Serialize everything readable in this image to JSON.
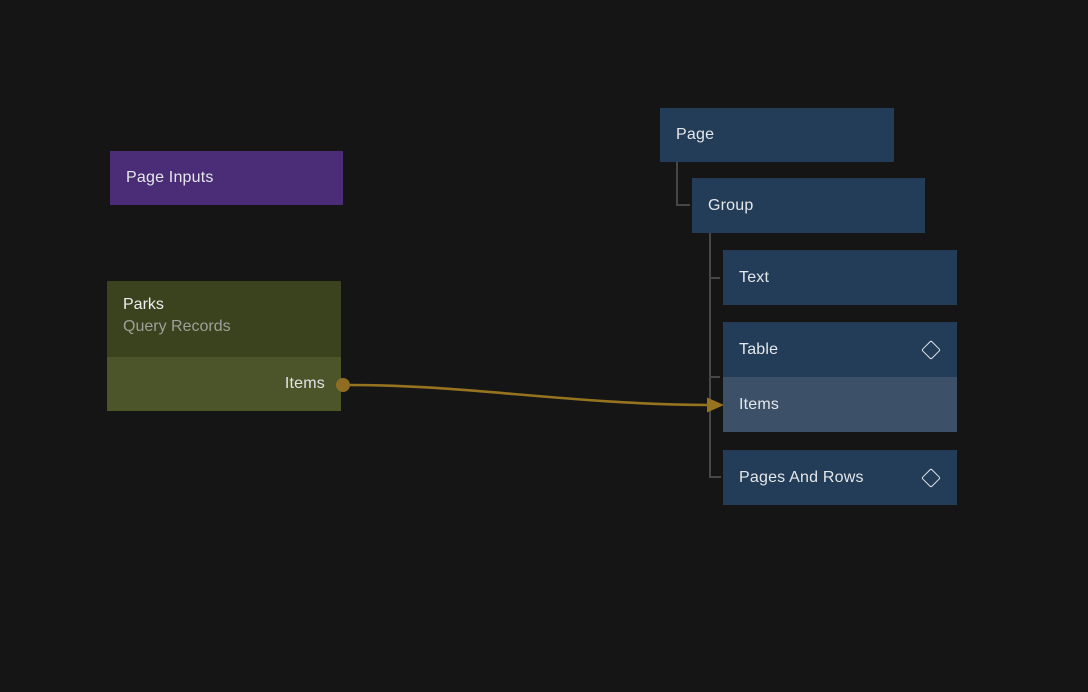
{
  "canvas": {
    "background": "#151515"
  },
  "nodes": {
    "page_inputs": {
      "label": "Page Inputs",
      "color": "#4a2d76"
    },
    "query": {
      "title": "Parks",
      "subtitle": "Query Records",
      "port_label": "Items",
      "header_color": "#3a431d",
      "port_row_color": "#4c552a"
    }
  },
  "tree": {
    "node_color": "#233c57",
    "highlight_color": "#3c5068",
    "guide_line_color": "#474747",
    "page": {
      "label": "Page"
    },
    "group": {
      "label": "Group"
    },
    "text": {
      "label": "Text"
    },
    "table": {
      "label": "Table",
      "icon": "diamond-icon"
    },
    "table_items": {
      "label": "Items",
      "highlighted": true
    },
    "pages_and_rows": {
      "label": "Pages And Rows",
      "icon": "diamond-icon"
    }
  },
  "edge": {
    "from_node": "Parks Query Records",
    "from_port": "Items",
    "to_node": "Items",
    "color": "#96731f",
    "dot_color": "#8f6d22"
  }
}
